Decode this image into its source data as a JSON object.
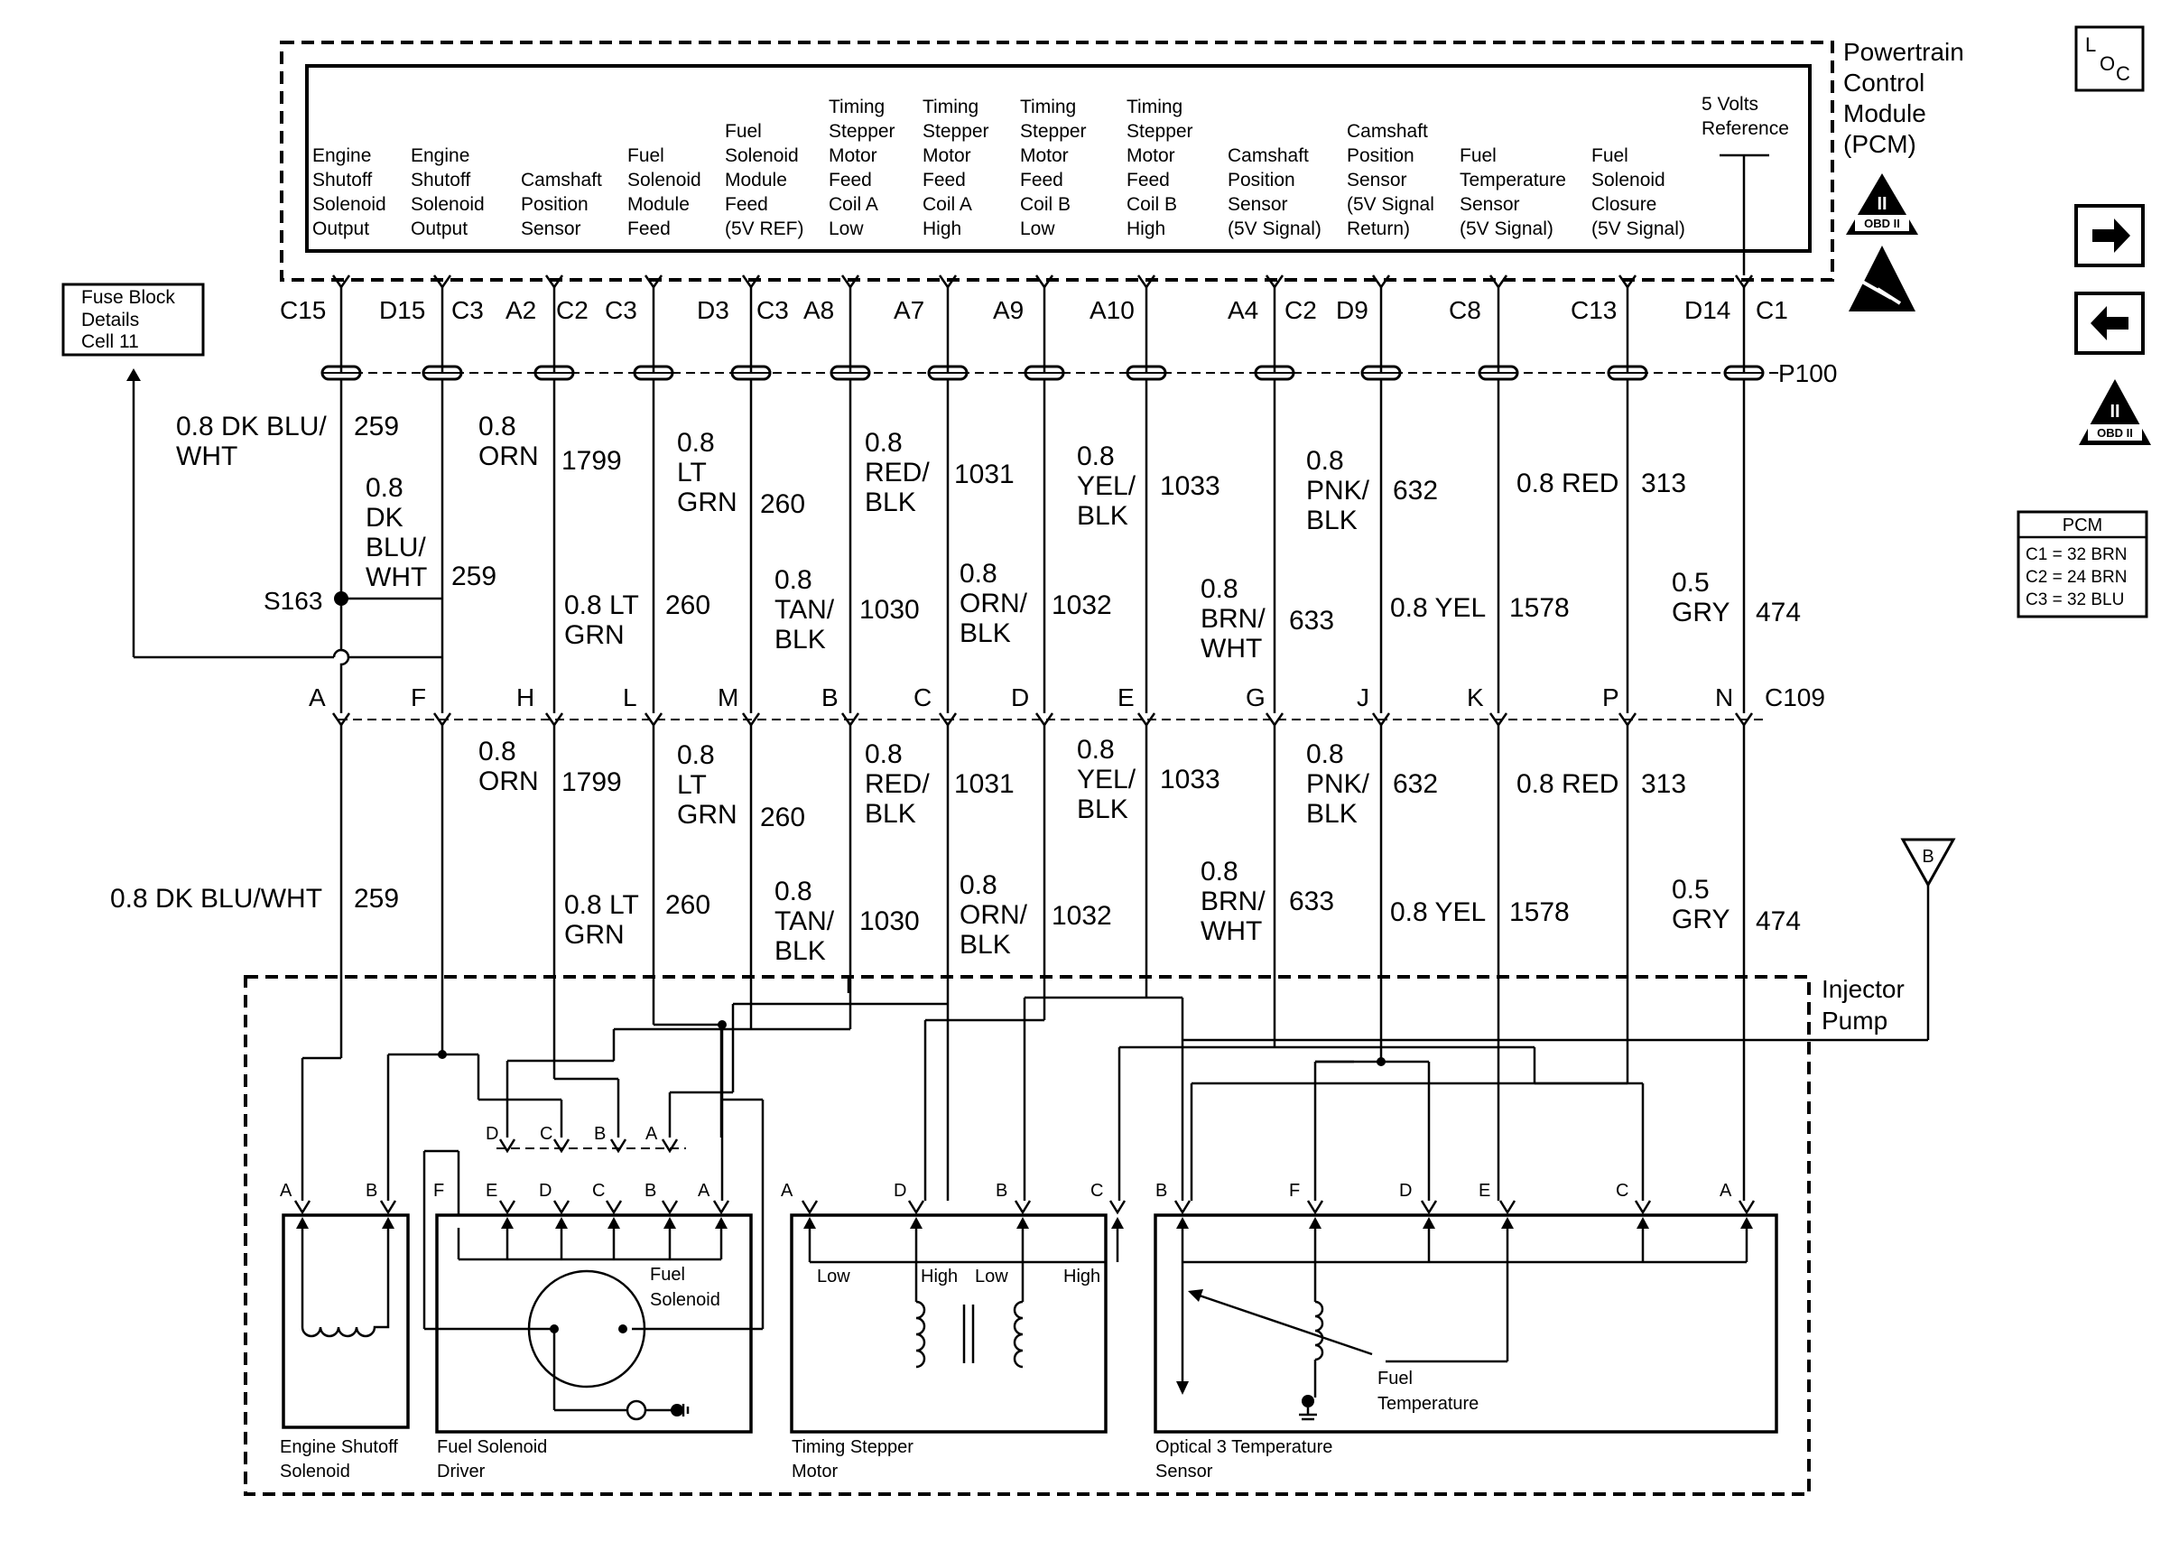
{
  "pcm": {
    "title": [
      "Powertrain",
      "Control",
      "Module",
      "(PCM)"
    ],
    "obd_label": "OBD II",
    "obd_numeral": "II",
    "pin_labels": [
      [
        "Engine",
        "Shutoff",
        "Solenoid",
        "Output"
      ],
      [
        "Engine",
        "Shutoff",
        "Solenoid",
        "Output"
      ],
      [
        "Camshaft",
        "Position",
        "Sensor"
      ],
      [
        "Fuel",
        "Solenoid",
        "Module",
        "Feed"
      ],
      [
        "Fuel",
        "Solenoid",
        "Module",
        "Feed",
        "(5V REF)"
      ],
      [
        "Timing",
        "Stepper",
        "Motor",
        "Feed",
        "Coil A",
        "Low"
      ],
      [
        "Timing",
        "Stepper",
        "Motor",
        "Feed",
        "Coil A",
        "High"
      ],
      [
        "Timing",
        "Stepper",
        "Motor",
        "Feed",
        "Coil B",
        "Low"
      ],
      [
        "Timing",
        "Stepper",
        "Motor",
        "Feed",
        "Coil B",
        "High"
      ],
      [
        "Camshaft",
        "Position",
        "Sensor",
        "(5V Signal)"
      ],
      [
        "Camshaft",
        "Position",
        "Sensor",
        "(5V Signal",
        "Return)"
      ],
      [
        "Fuel",
        "Temperature",
        "Sensor",
        "(5V Signal)"
      ],
      [
        "Fuel",
        "Solenoid",
        "Closure",
        "(5V Signal)"
      ],
      [
        "5 Volts",
        "Reference"
      ]
    ],
    "pins": [
      "C15",
      "D15",
      "C3",
      "A2",
      "C2",
      "C3",
      "D3",
      "C3",
      "A8",
      "A7",
      "A9",
      "A10",
      "A4",
      "C2",
      "D9",
      "C8",
      "C13",
      "D14",
      "C1"
    ]
  },
  "fuse_block": [
    "Fuse Block",
    "Details",
    "Cell 11"
  ],
  "connector_p100": "P100",
  "connector_c109": "C109",
  "splice": "S163",
  "c109_pins": [
    "A",
    "F",
    "H",
    "L",
    "M",
    "B",
    "C",
    "D",
    "E",
    "G",
    "J",
    "K",
    "P",
    "N"
  ],
  "wires_upper": [
    {
      "color": [
        "0.8 DK BLU/",
        "WHT"
      ],
      "circuit": "259"
    },
    {
      "color": [
        "0.8",
        "DK",
        "BLU/",
        "WHT"
      ],
      "circuit": "259"
    },
    {
      "color": [
        "0.8",
        "ORN"
      ],
      "circuit": "1799"
    },
    {
      "color": [
        "0.8 LT",
        "GRN"
      ],
      "circuit": "260"
    },
    {
      "color": [
        "0.8",
        "LT",
        "GRN"
      ],
      "circuit": "260"
    },
    {
      "color": [
        "0.8",
        "TAN/",
        "BLK"
      ],
      "circuit": "1030"
    },
    {
      "color": [
        "0.8",
        "RED/",
        "BLK"
      ],
      "circuit": "1031"
    },
    {
      "color": [
        "0.8",
        "ORN/",
        "BLK"
      ],
      "circuit": "1032"
    },
    {
      "color": [
        "0.8",
        "YEL/",
        "BLK"
      ],
      "circuit": "1033"
    },
    {
      "color": [
        "0.8",
        "BRN/",
        "WHT"
      ],
      "circuit": "633"
    },
    {
      "color": [
        "0.8",
        "PNK/",
        "BLK"
      ],
      "circuit": "632"
    },
    {
      "color": [
        "0.8 YEL"
      ],
      "circuit": "1578"
    },
    {
      "color": [
        "0.8 RED"
      ],
      "circuit": "313"
    },
    {
      "color": [
        "0.5",
        "GRY"
      ],
      "circuit": "474"
    }
  ],
  "wires_lower": [
    {
      "color": [
        "0.8 DK BLU/WHT"
      ],
      "circuit": "259"
    },
    {
      "color": [
        "0.8",
        "ORN"
      ],
      "circuit": "1799"
    },
    {
      "color": [
        "0.8 LT",
        "GRN"
      ],
      "circuit": "260"
    },
    {
      "color": [
        "0.8",
        "LT",
        "GRN"
      ],
      "circuit": "260"
    },
    {
      "color": [
        "0.8",
        "TAN/",
        "BLK"
      ],
      "circuit": "1030"
    },
    {
      "color": [
        "0.8",
        "RED/",
        "BLK"
      ],
      "circuit": "1031"
    },
    {
      "color": [
        "0.8",
        "ORN/",
        "BLK"
      ],
      "circuit": "1032"
    },
    {
      "color": [
        "0.8",
        "YEL/",
        "BLK"
      ],
      "circuit": "1033"
    },
    {
      "color": [
        "0.8",
        "BRN/",
        "WHT"
      ],
      "circuit": "633"
    },
    {
      "color": [
        "0.8",
        "PNK/",
        "BLK"
      ],
      "circuit": "632"
    },
    {
      "color": [
        "0.8 YEL"
      ],
      "circuit": "1578"
    },
    {
      "color": [
        "0.8 RED"
      ],
      "circuit": "313"
    },
    {
      "color": [
        "0.5",
        "GRY"
      ],
      "circuit": "474"
    }
  ],
  "injector_pump": [
    "Injector",
    "Pump"
  ],
  "ground_ref": "B",
  "components": {
    "engine_shutoff": {
      "name": [
        "Engine Shutoff",
        "Solenoid"
      ],
      "pins": [
        "A",
        "B"
      ]
    },
    "fuel_solenoid_driver": {
      "name": [
        "Fuel Solenoid",
        "Driver"
      ],
      "pins": [
        "F",
        "E",
        "D",
        "C",
        "B",
        "A"
      ],
      "harness_pins": [
        "D",
        "C",
        "B",
        "A"
      ],
      "inner": [
        "Fuel",
        "Solenoid"
      ]
    },
    "timing_stepper": {
      "name": [
        "Timing Stepper",
        "Motor"
      ],
      "pins": [
        "A",
        "D",
        "B",
        "C"
      ],
      "coil_labels": [
        "Low",
        "High",
        "Low",
        "High"
      ]
    },
    "optical_sensor": {
      "name": [
        "Optical 3 Temperature",
        "Sensor"
      ],
      "pins": [
        "B",
        "F",
        "D",
        "E",
        "C",
        "A"
      ],
      "inner": [
        "Fuel",
        "Temperature"
      ]
    }
  },
  "sidebar": {
    "loc_L": "L",
    "loc_O": "O",
    "loc_C": "C",
    "arrow_right": "arrow-right-icon",
    "arrow_left": "arrow-left-icon",
    "pcm_table_title": "PCM",
    "pcm_table_rows": [
      "C1 = 32 BRN",
      "C2 = 24 BRN",
      "C3 = 32 BLU"
    ]
  }
}
